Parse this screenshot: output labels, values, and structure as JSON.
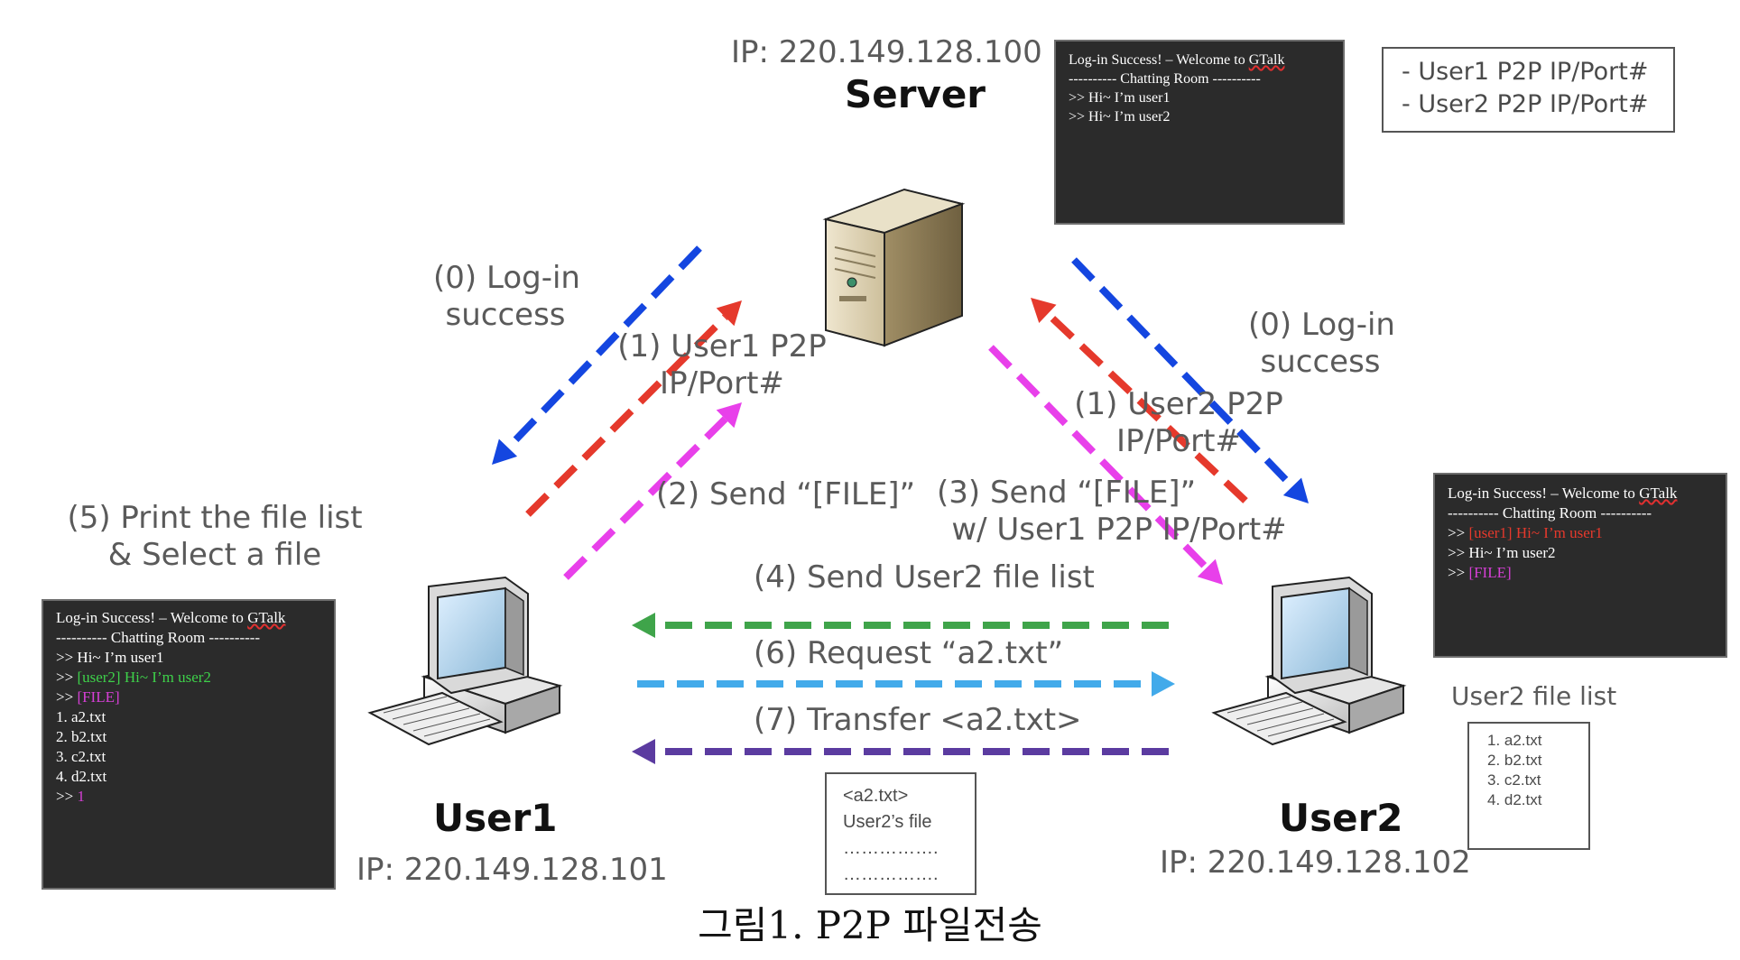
{
  "server": {
    "ip": "IP: 220.149.128.100",
    "name": "Server",
    "terminal": [
      [
        {
          "t": "Log-in Success! – Welcome to ",
          "c": "#ffffff"
        },
        {
          "t": "GTalk",
          "c": "#ffffff",
          "u": true
        }
      ],
      [
        {
          "t": "---------- Chatting Room ----------",
          "c": "#ffffff"
        }
      ],
      [
        {
          "t": ">> Hi~ I’m user1",
          "c": "#ffffff"
        }
      ],
      [
        {
          "t": ">> Hi~ I’m user2",
          "c": "#ffffff"
        }
      ]
    ],
    "info": [
      "- User1 P2P IP/Port#",
      "- User2 P2P IP/Port#"
    ]
  },
  "user1": {
    "name": "User1",
    "ip": "IP: 220.149.128.101",
    "terminal": [
      [
        {
          "t": "Log-in Success! – Welcome to ",
          "c": "#ffffff"
        },
        {
          "t": "GTalk",
          "c": "#ffffff",
          "u": true
        }
      ],
      [
        {
          "t": "---------- Chatting Room ----------",
          "c": "#ffffff"
        }
      ],
      [
        {
          "t": ">> Hi~ I’m user1",
          "c": "#ffffff"
        }
      ],
      [
        {
          "t": ">> ",
          "c": "#ffffff"
        },
        {
          "t": "[user2] Hi~ I’m user2",
          "c": "#3ed14a"
        }
      ],
      [
        {
          "t": ">> ",
          "c": "#ffffff"
        },
        {
          "t": "[FILE]",
          "c": "#d63fd6"
        }
      ],
      [
        {
          "t": "1. a2.txt",
          "c": "#ffffff"
        }
      ],
      [
        {
          "t": "2. b2.txt",
          "c": "#ffffff"
        }
      ],
      [
        {
          "t": "3. c2.txt",
          "c": "#ffffff"
        }
      ],
      [
        {
          "t": "4. d2.txt",
          "c": "#ffffff"
        }
      ],
      [
        {
          "t": ">> ",
          "c": "#ffffff"
        },
        {
          "t": "1",
          "c": "#d63fd6"
        }
      ]
    ]
  },
  "user2": {
    "name": "User2",
    "ip": "IP: 220.149.128.102",
    "terminal": [
      [
        {
          "t": "Log-in Success! – Welcome to ",
          "c": "#ffffff"
        },
        {
          "t": "GTalk",
          "c": "#ffffff",
          "u": true
        }
      ],
      [
        {
          "t": "---------- Chatting Room ----------",
          "c": "#ffffff"
        }
      ],
      [
        {
          "t": ">> ",
          "c": "#ffffff"
        },
        {
          "t": "[user1] Hi~ I’m user1",
          "c": "#e5392c"
        }
      ],
      [
        {
          "t": ">> Hi~ I’m user2",
          "c": "#ffffff"
        }
      ],
      [
        {
          "t": ">> ",
          "c": "#ffffff"
        },
        {
          "t": "[FILE]",
          "c": "#d63fd6"
        }
      ]
    ],
    "file_list_title": "User2 file list",
    "file_list": [
      "1. a2.txt",
      "2. b2.txt",
      "3. c2.txt",
      "4. d2.txt"
    ]
  },
  "file_box": [
    "<a2.txt>",
    "User2’s file",
    "…………….",
    "……………."
  ],
  "steps": {
    "login_left": [
      "(0) Log-in",
      "success"
    ],
    "login_right": [
      "(0) Log-in",
      "success"
    ],
    "user1_p2p": [
      "(1) User1 P2P",
      "IP/Port#"
    ],
    "user2_p2p": [
      "(1) User2 P2P",
      "IP/Port#"
    ],
    "send_file": "(2) Send “[FILE]”",
    "send_file_server": [
      "(3) Send “[FILE]”",
      "w/ User1 P2P IP/Port#"
    ],
    "print_list": [
      "(5) Print the file list",
      "& Select a file"
    ],
    "send_list": "(4) Send User2 file list",
    "request": "(6) Request “a2.txt”",
    "transfer": "(7) Transfer <a2.txt>"
  },
  "colors": {
    "blue": "#1446e0",
    "red": "#e5392c",
    "magenta": "#e840ea",
    "green": "#3fa44a",
    "light_blue": "#42aaea",
    "purple": "#5b3ba0"
  },
  "caption": "그림1. P2P 파일전송"
}
